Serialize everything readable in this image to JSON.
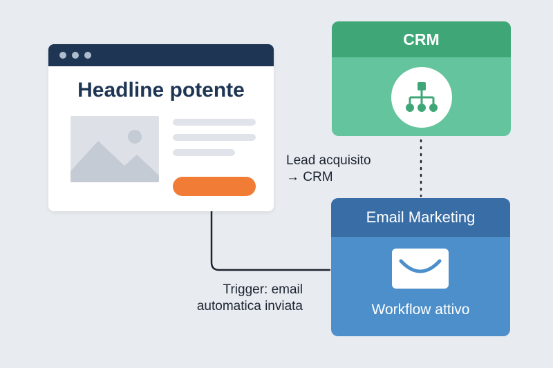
{
  "landing_page": {
    "headline": "Headline potente"
  },
  "crm": {
    "title": "CRM",
    "icon": "hierarchy-icon"
  },
  "email_marketing": {
    "title": "Email Marketing",
    "icon": "envelope-icon",
    "status": "Workflow attivo"
  },
  "annotations": {
    "lead_line1": "Lead acquisito",
    "lead_line2": "→ CRM",
    "trigger_line1": "Trigger: email",
    "trigger_line2": "automatica inviata"
  },
  "colors": {
    "background": "#e8ebef",
    "navy": "#1e3554",
    "orange": "#f07c36",
    "crm_header": "#3fa777",
    "crm_body": "#64c49d",
    "email_header": "#386da6",
    "email_body": "#4d8fca"
  }
}
